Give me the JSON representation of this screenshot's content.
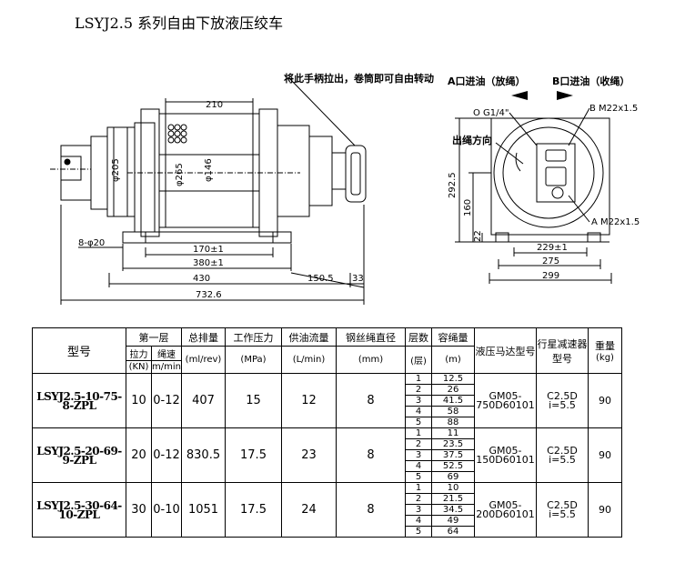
{
  "title": "LSYJ2.5 系列自由下放液压绞车",
  "drawing": {
    "note_handle": "将此手柄拉出，卷筒即可自由转动",
    "note_port_a": "A口进油（放绳）",
    "note_port_b": "B口进油（收绳）",
    "note_rope_dir": "出绳方向",
    "port_o": "O G1/4\"",
    "port_b": "B M22x1.5",
    "port_a": "A M22x1.5",
    "dim_210": "210",
    "dim_phi205": "φ205",
    "dim_phi265": "φ265",
    "dim_phi146": "φ146",
    "dim_holes": "8-φ20",
    "dim_170": "170±1",
    "dim_380": "380±1",
    "dim_430": "430",
    "dim_150_5": "150.5",
    "dim_33": "33",
    "dim_732_6": "732.6",
    "dim_292_5": "292.5",
    "dim_160": "160",
    "dim_22": "22",
    "dim_229": "229±1",
    "dim_275": "275",
    "dim_299": "299"
  },
  "table": {
    "headers": {
      "model": "型号",
      "first_layer": "第一层",
      "pull": "拉力",
      "pull_unit": "(KN)",
      "speed": "绳速",
      "speed_unit": "m/min",
      "displacement": "总排量",
      "displacement_unit": "(ml/rev)",
      "pressure": "工作压力",
      "pressure_unit": "(MPa)",
      "flow": "供油流量",
      "flow_unit": "(L/min)",
      "rope_dia": "钢丝绳直径",
      "rope_dia_unit": "(mm)",
      "layers": "层数",
      "layers_unit": "(层)",
      "capacity": "容绳量",
      "capacity_unit": "(m)",
      "motor": "液压马达型号",
      "gearbox": "行星减速器型号",
      "weight": "重量",
      "weight_unit": "(kg)"
    },
    "rows": [
      {
        "model": "LSYJ2.5-10-75-8-ZPL",
        "pull": "10",
        "speed": "0-12",
        "displacement": "407",
        "pressure": "15",
        "flow": "12",
        "rope_dia": "8",
        "layers": [
          "1",
          "2",
          "3",
          "4",
          "5"
        ],
        "capacity": [
          "12.5",
          "26",
          "41.5",
          "58",
          "88"
        ],
        "motor_1": "GM05-",
        "motor_2": "750D60101",
        "gear_1": "C2.5D",
        "gear_2": "i=5.5",
        "weight": "90"
      },
      {
        "model": "LSYJ2.5-20-69-9-ZPL",
        "pull": "20",
        "speed": "0-12",
        "displacement": "830.5",
        "pressure": "17.5",
        "flow": "23",
        "rope_dia": "8",
        "layers": [
          "1",
          "2",
          "3",
          "4",
          "5"
        ],
        "capacity": [
          "11",
          "23.5",
          "37.5",
          "52.5",
          "69"
        ],
        "motor_1": "GM05-",
        "motor_2": "150D60101",
        "gear_1": "C2.5D",
        "gear_2": "i=5.5",
        "weight": "90"
      },
      {
        "model": "LSYJ2.5-30-64-10-ZPL",
        "pull": "30",
        "speed": "0-10",
        "displacement": "1051",
        "pressure": "17.5",
        "flow": "24",
        "rope_dia": "8",
        "layers": [
          "1",
          "2",
          "3",
          "4",
          "5"
        ],
        "capacity": [
          "10",
          "21.5",
          "34.5",
          "49",
          "64"
        ],
        "motor_1": "GM05-",
        "motor_2": "200D60101",
        "gear_1": "C2.5D",
        "gear_2": "i=5.5",
        "weight": "90"
      }
    ]
  }
}
